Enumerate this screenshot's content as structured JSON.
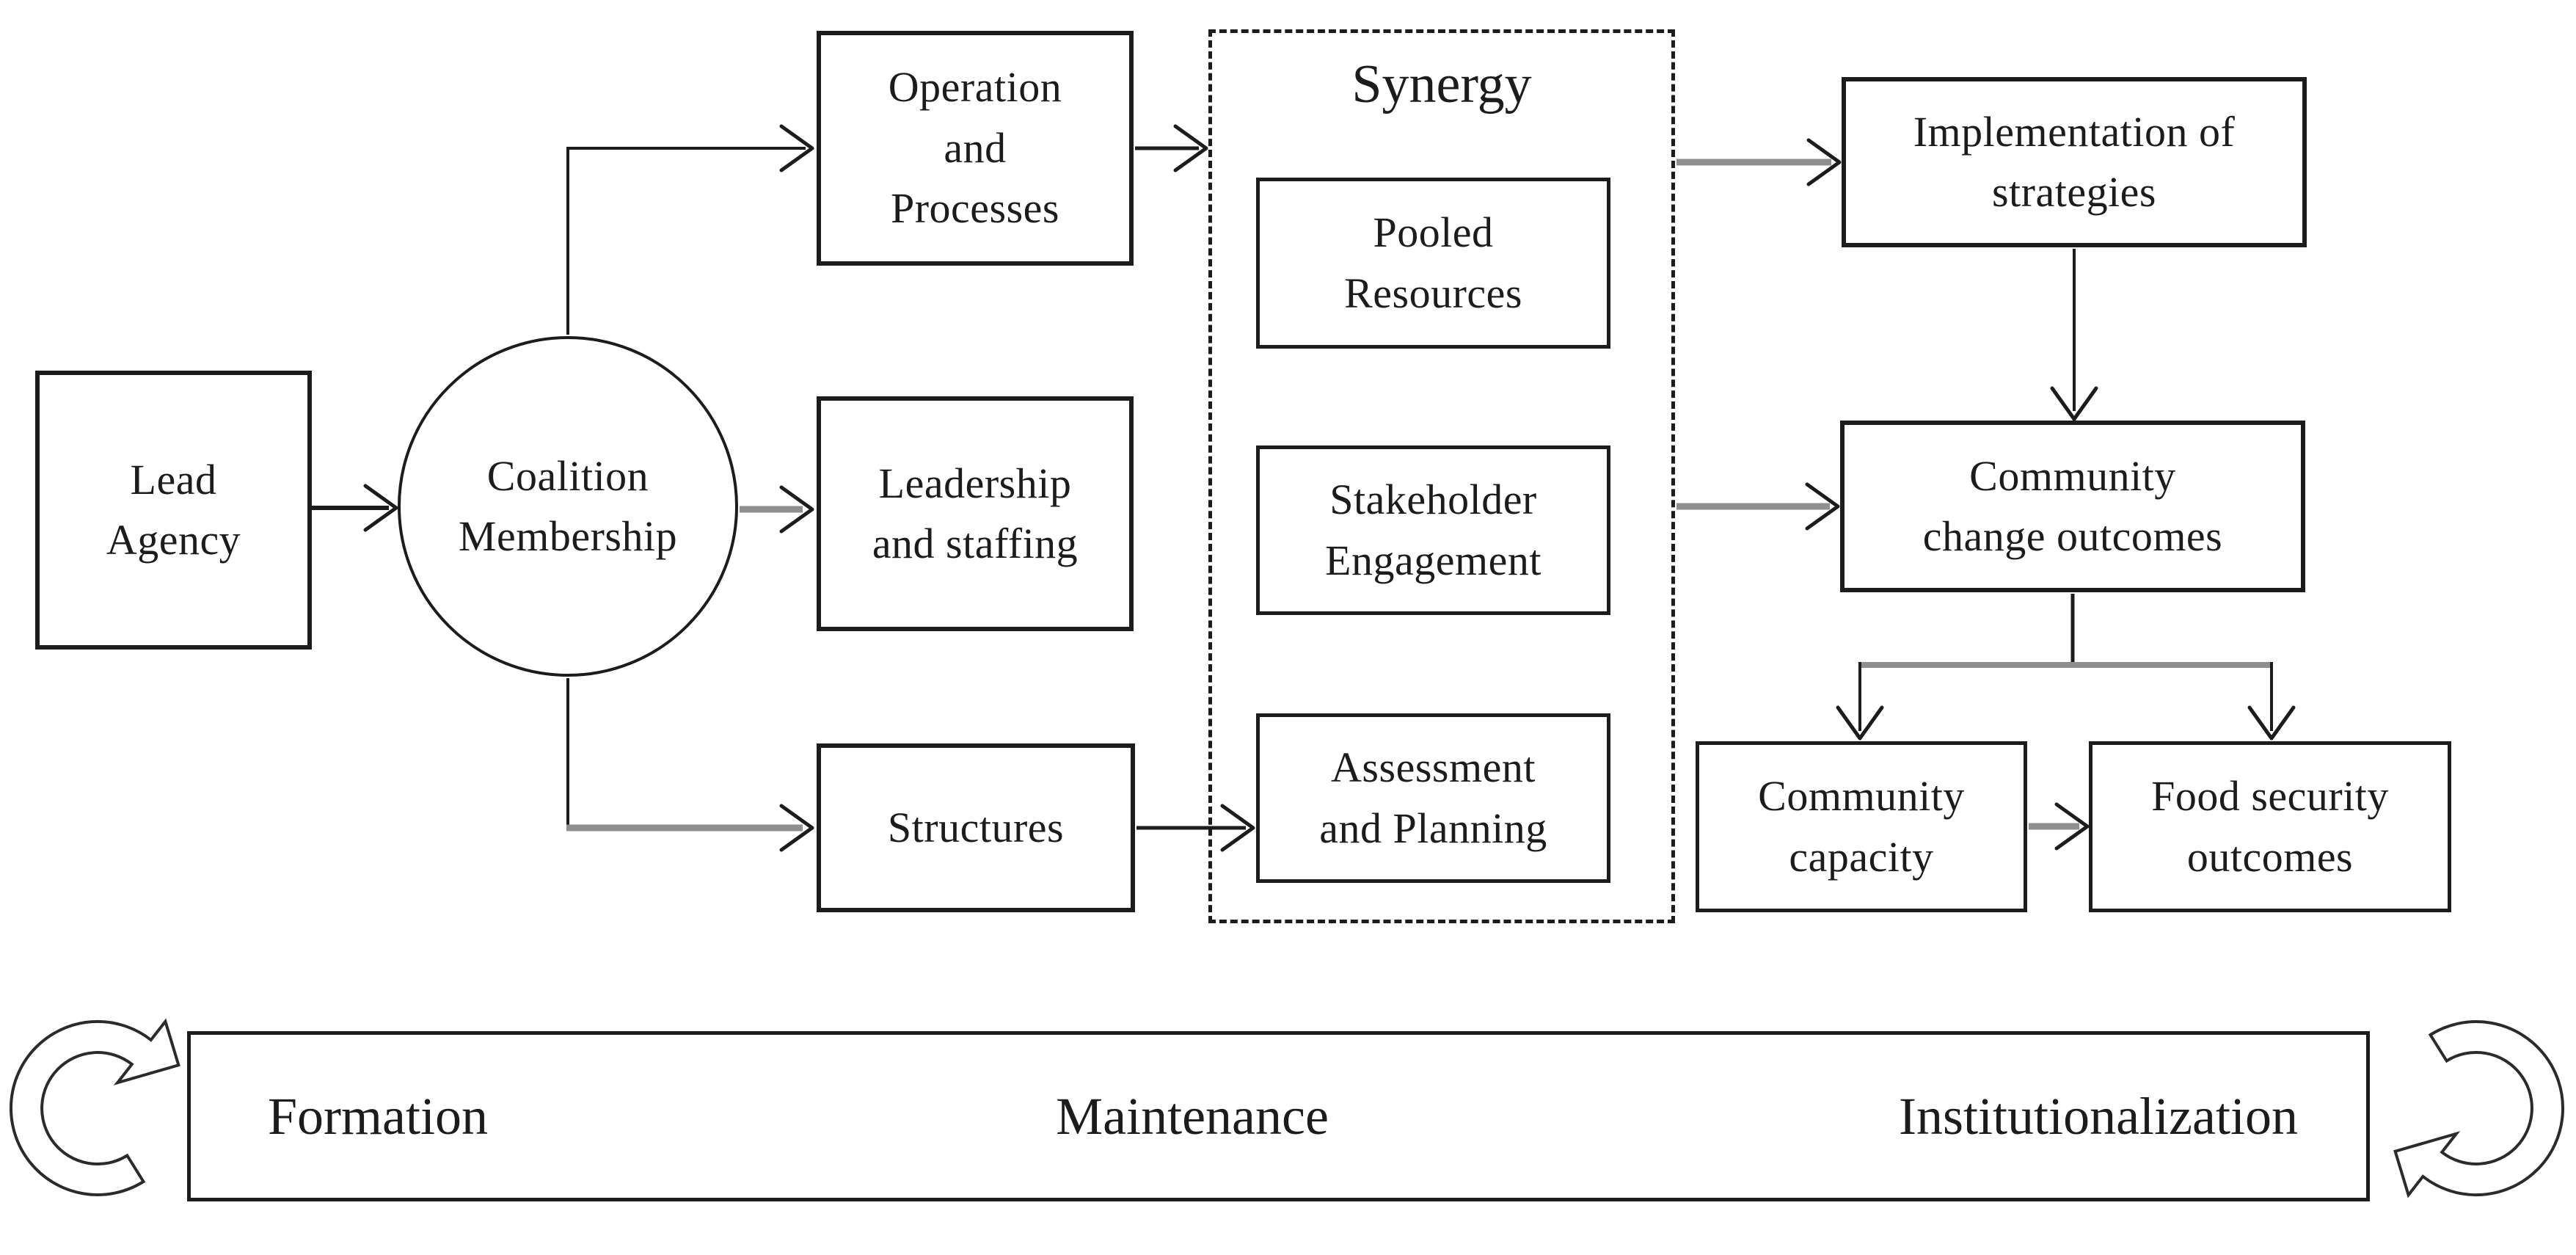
{
  "diagram": {
    "nodes": {
      "lead_agency": [
        "Lead",
        "Agency"
      ],
      "coalition_membership": [
        "Coalition",
        "Membership"
      ],
      "operation_processes": [
        "Operation",
        "and",
        "Processes"
      ],
      "leadership_staffing": [
        "Leadership",
        "and staffing"
      ],
      "structures": [
        "Structures"
      ],
      "pooled_resources": [
        "Pooled",
        "Resources"
      ],
      "stakeholder_engagement": [
        "Stakeholder",
        "Engagement"
      ],
      "assessment_planning": [
        "Assessment",
        "and Planning"
      ],
      "implementation_strategies": [
        "Implementation of",
        "strategies"
      ],
      "community_change_outcomes": [
        "Community",
        "change outcomes"
      ],
      "community_capacity": [
        "Community",
        "capacity"
      ],
      "food_security_outcomes": [
        "Food security",
        "outcomes"
      ]
    },
    "synergy_title": "Synergy",
    "stages": {
      "formation": "Formation",
      "maintenance": "Maintenance",
      "institutionalization": "Institutionalization"
    },
    "colors": {
      "ink": "#1c1c1c",
      "gray_line": "#8f8f8f",
      "paper": "#ffffff"
    }
  }
}
